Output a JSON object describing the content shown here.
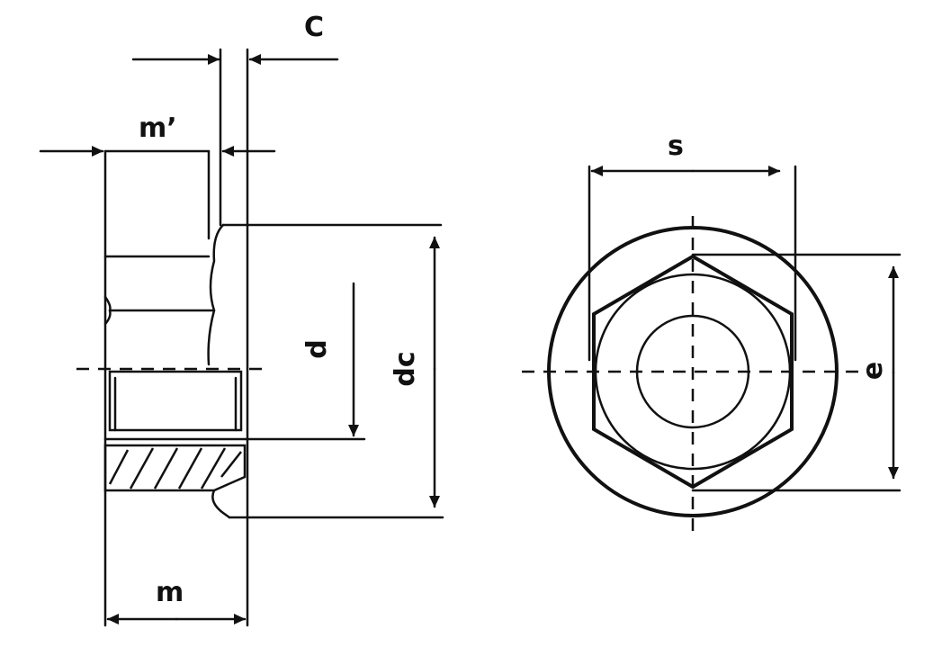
{
  "labels": {
    "c": "C",
    "m_prime": "m’",
    "d": "d",
    "dc": "dc",
    "m": "m",
    "s": "s",
    "e": "e"
  },
  "colors": {
    "ink": "#111111",
    "background": "#ffffff"
  }
}
